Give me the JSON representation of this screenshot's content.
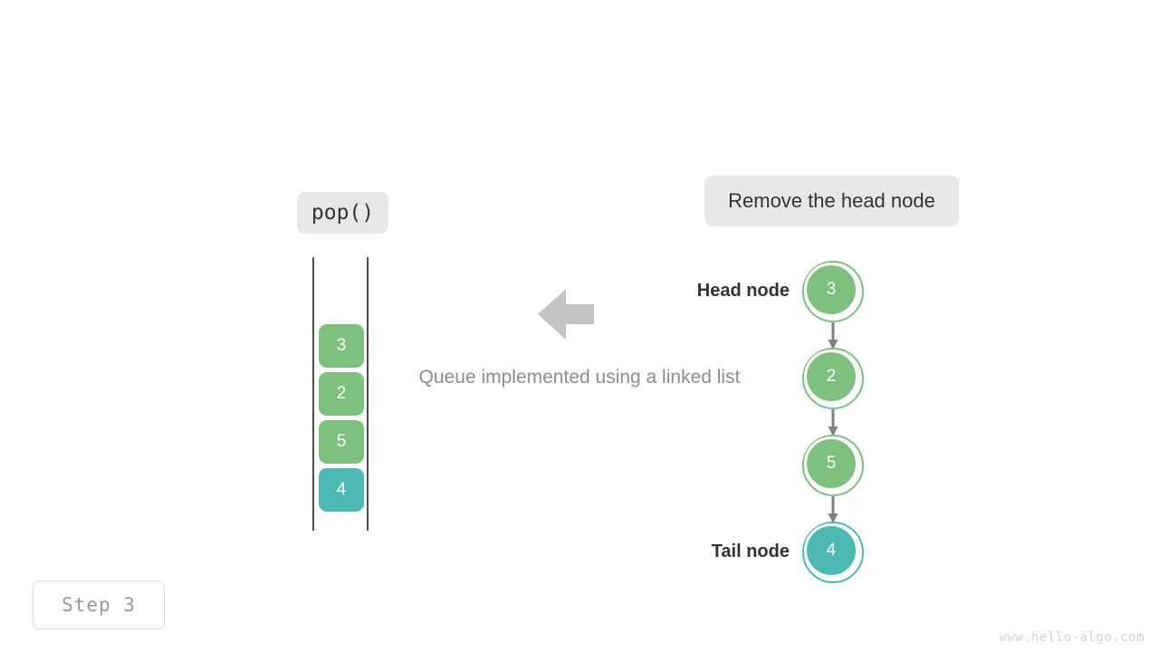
{
  "operation": {
    "label": "pop()"
  },
  "action": {
    "label": "Remove the head node"
  },
  "caption": {
    "text": "Queue implemented using a linked list"
  },
  "queue": {
    "items": [
      {
        "value": "3",
        "color": "#7ec07e",
        "tone": "green"
      },
      {
        "value": "2",
        "color": "#7ec07e",
        "tone": "green"
      },
      {
        "value": "5",
        "color": "#7ec07e",
        "tone": "green"
      },
      {
        "value": "4",
        "color": "#4cb9b2",
        "tone": "teal"
      }
    ]
  },
  "linked_list": {
    "nodes": [
      {
        "value": "3",
        "color": "#7ec07e",
        "tone": "green",
        "annotation": "Head node"
      },
      {
        "value": "2",
        "color": "#7ec07e",
        "tone": "green",
        "annotation": ""
      },
      {
        "value": "5",
        "color": "#7ec07e",
        "tone": "green",
        "annotation": ""
      },
      {
        "value": "4",
        "color": "#4cb9b2",
        "tone": "teal",
        "annotation": "Tail node"
      }
    ],
    "head_label": "Head node",
    "tail_label": "Tail node"
  },
  "transfer_arrow": {
    "direction": "left",
    "color": "#c4c4c4"
  },
  "step": {
    "label": "Step 3"
  },
  "watermark": {
    "text": "www.hello-algo.com"
  },
  "colors": {
    "green": "#7ec07e",
    "teal": "#4cb9b2",
    "pill_background": "#e8e8e8",
    "pill_text": "#333333",
    "caption_text": "#8d8d8d",
    "rail": "#4d4d53",
    "connector": "#808080",
    "watermark_text": "#d2d2d2"
  }
}
